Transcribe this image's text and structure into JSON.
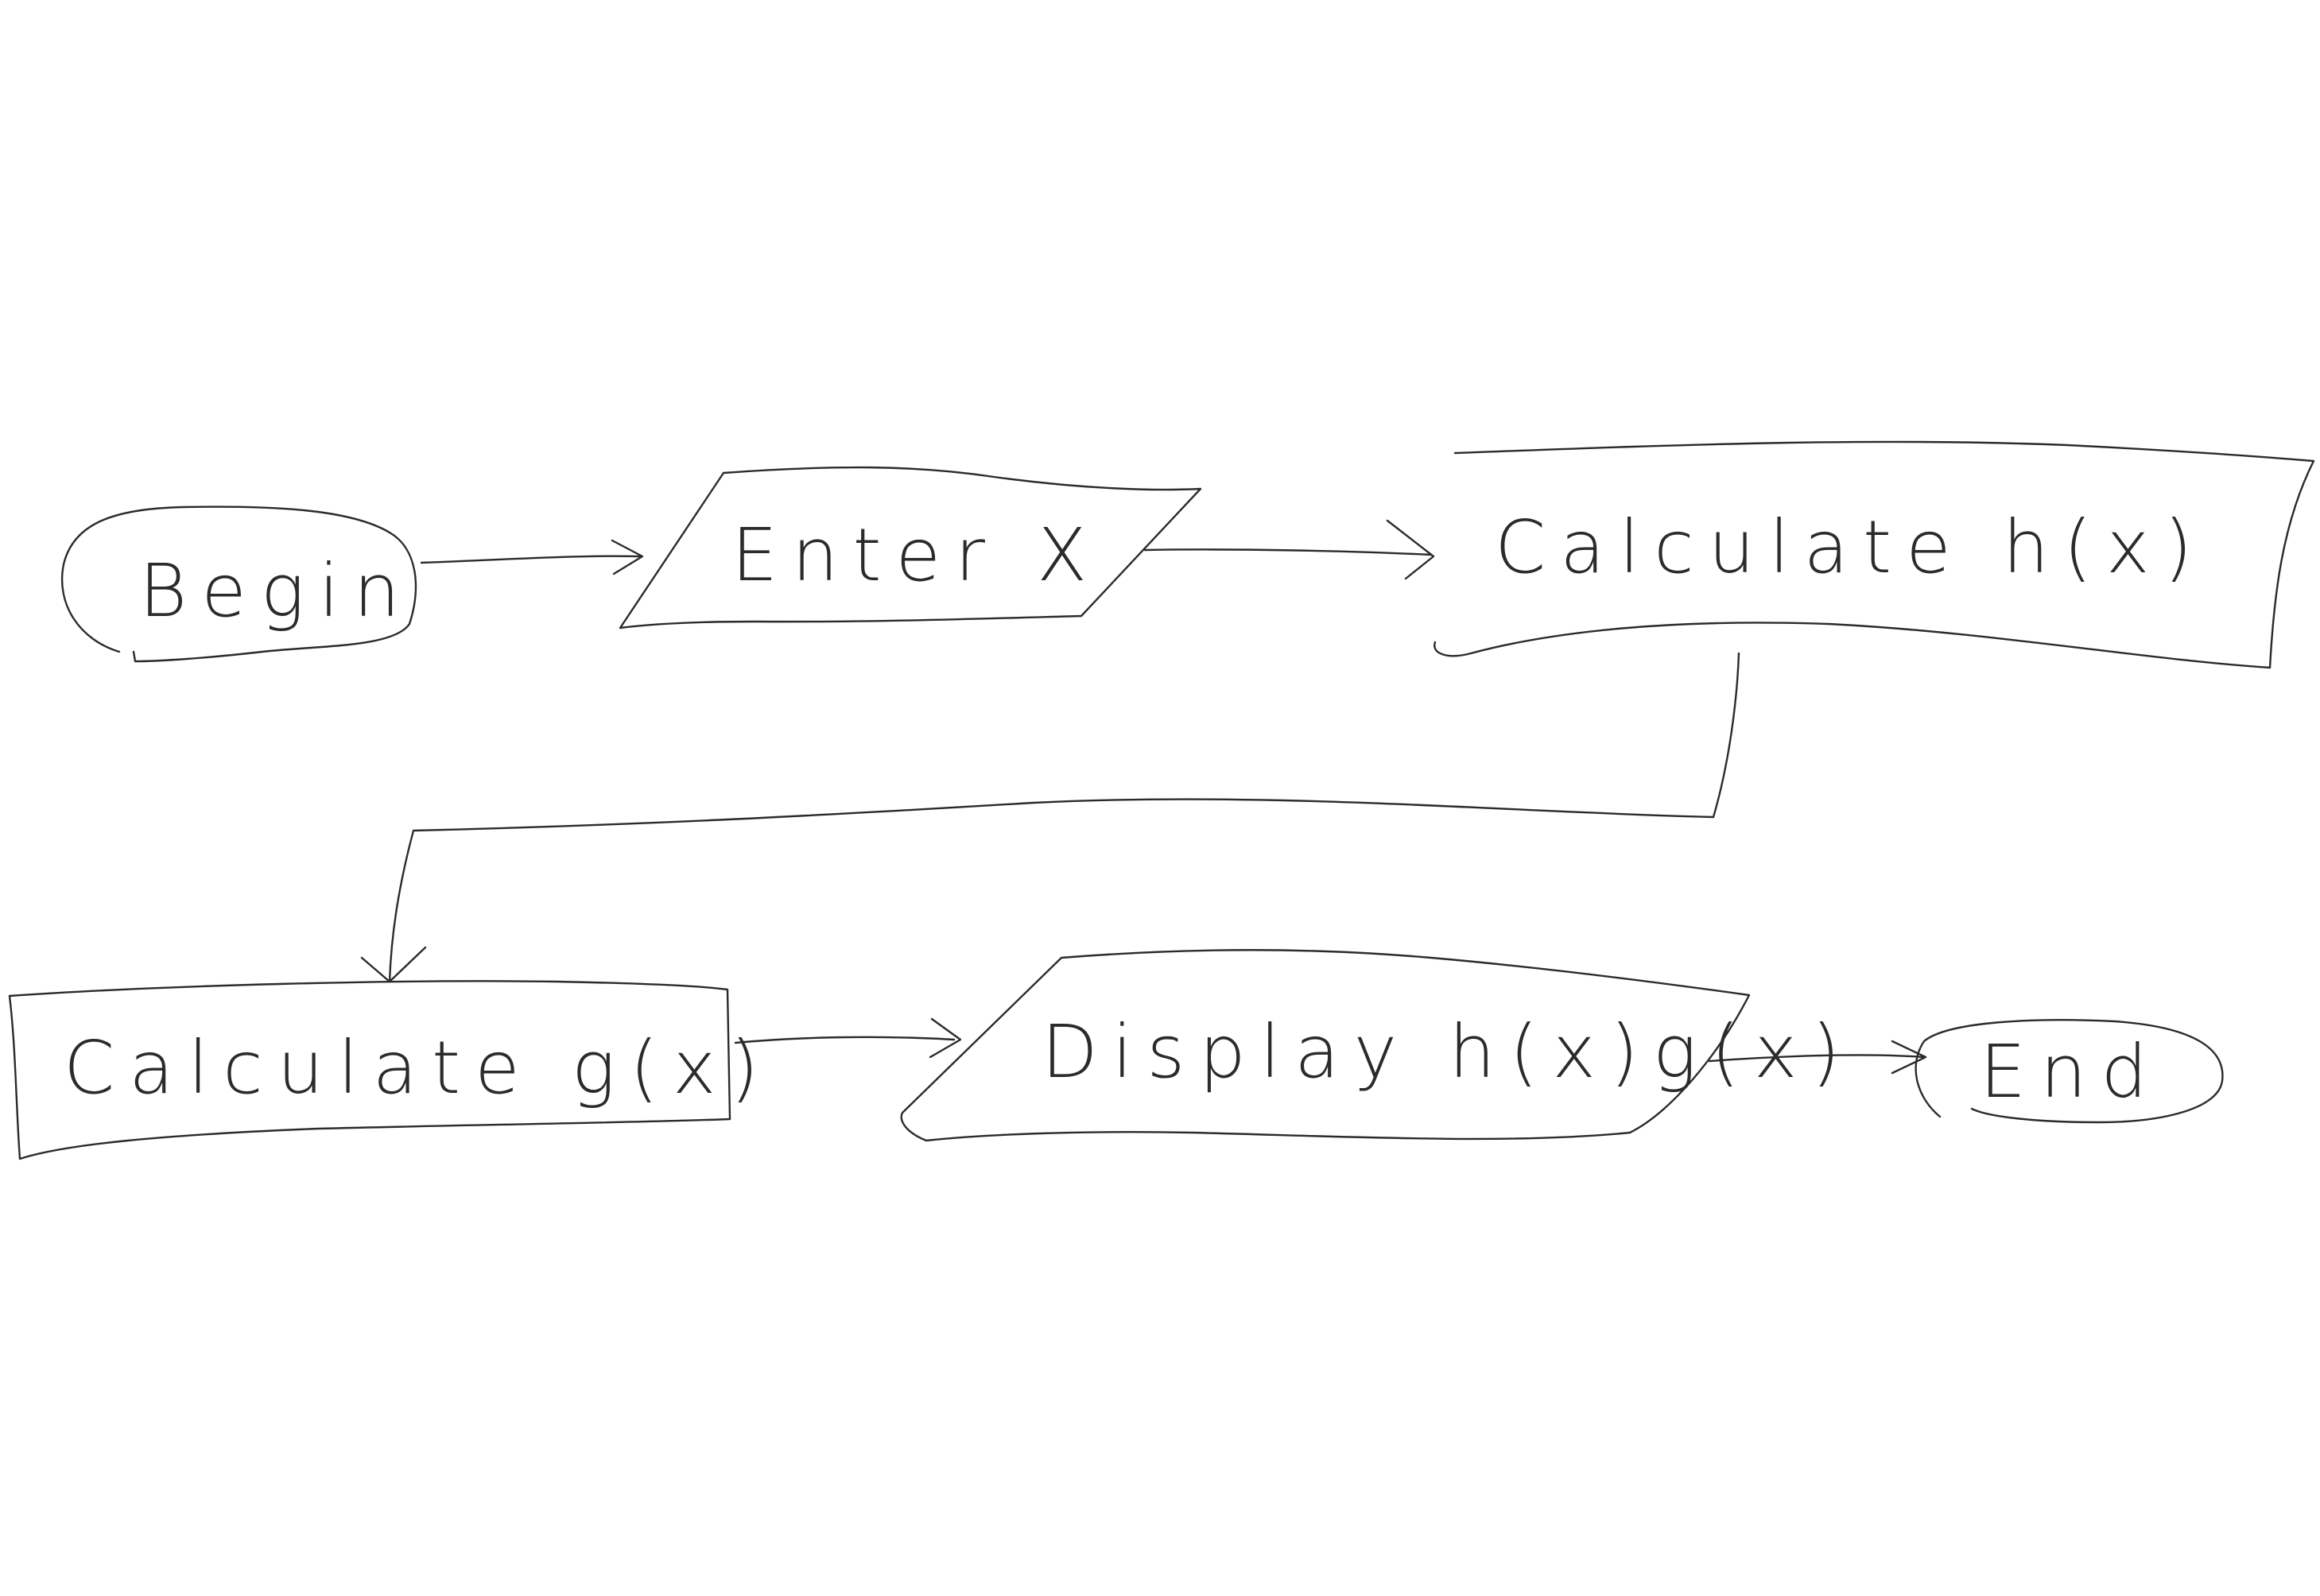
{
  "nodes": [
    {
      "id": "begin",
      "shape": "terminator",
      "label": "Begin"
    },
    {
      "id": "enter-x",
      "shape": "input-output",
      "label": "Enter X"
    },
    {
      "id": "calc-h",
      "shape": "process",
      "label": "Calculate h(x)"
    },
    {
      "id": "calc-g",
      "shape": "process",
      "label": "Calculate g(x)"
    },
    {
      "id": "display",
      "shape": "input-output",
      "label": "Display h(x)g(x)"
    },
    {
      "id": "end",
      "shape": "terminator",
      "label": "End"
    }
  ],
  "edges": [
    {
      "from": "begin",
      "to": "enter-x"
    },
    {
      "from": "enter-x",
      "to": "calc-h"
    },
    {
      "from": "calc-h",
      "to": "calc-g"
    },
    {
      "from": "calc-g",
      "to": "display"
    },
    {
      "from": "display",
      "to": "end"
    }
  ],
  "colors": {
    "ink": "#2b2b2b",
    "background": "#ffffff"
  }
}
